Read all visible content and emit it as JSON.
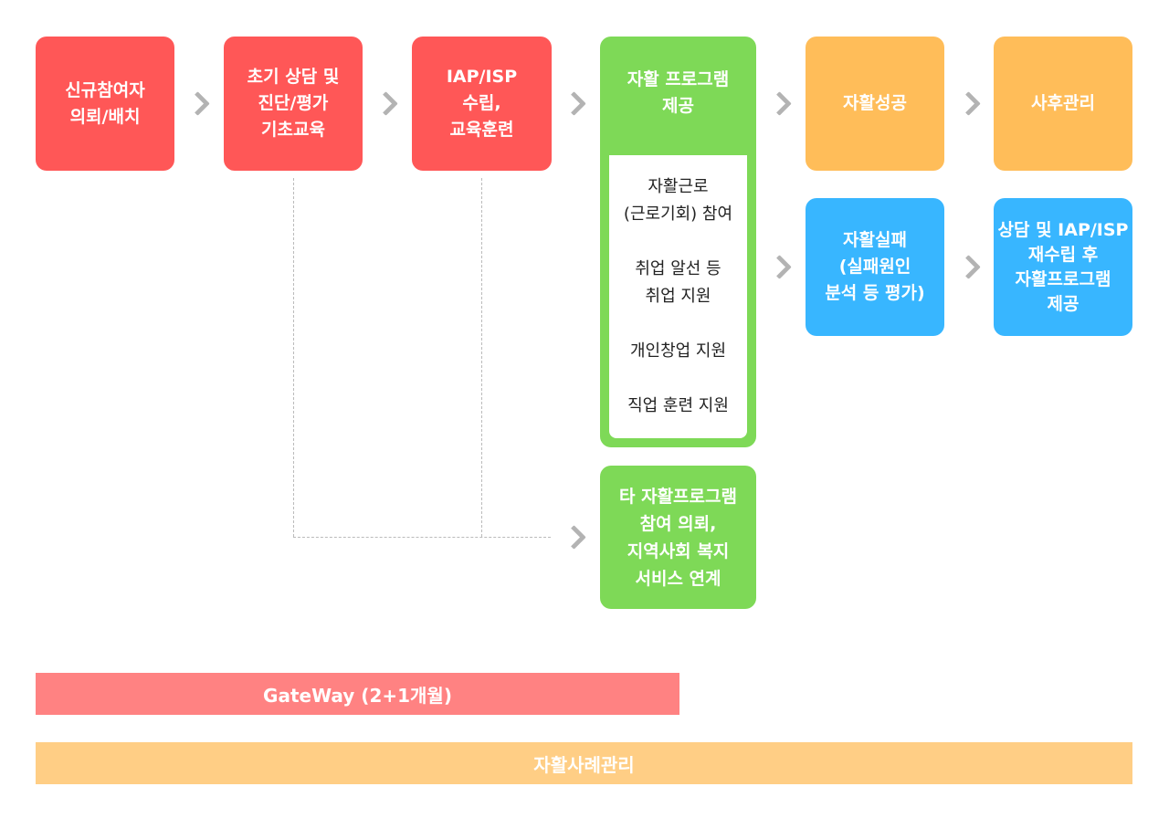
{
  "steps": {
    "referral": "신규참여자\n의뢰/배치",
    "assessment": "초기 상담 및\n진단/평가\n기초교육",
    "iap": "IAP/ISP\n수립,\n교육훈련",
    "program": "자활 프로그램\n제공",
    "success": "자활성공",
    "aftercare": "사후관리",
    "failure": "자활실패\n(실패원인\n분석 등 평가)",
    "retry": "상담 및 IAP/ISP\n재수립 후\n자활프로그램\n제공",
    "other": "타 자활프로그램\n참여 의뢰,\n지역사회 복지\n서비스 연계"
  },
  "program_items": [
    "자활근로\n(근로기회) 참여",
    "취업 알선 등\n취업 지원",
    "개인창업 지원",
    "직업 훈련 지원"
  ],
  "bars": {
    "gateway": "GateWay (2+1개월)",
    "case_management": "자활사례관리"
  },
  "colors": {
    "red": "#FF5757",
    "green": "#7ED957",
    "orange": "#FFBD59",
    "blue": "#38B6FF"
  }
}
